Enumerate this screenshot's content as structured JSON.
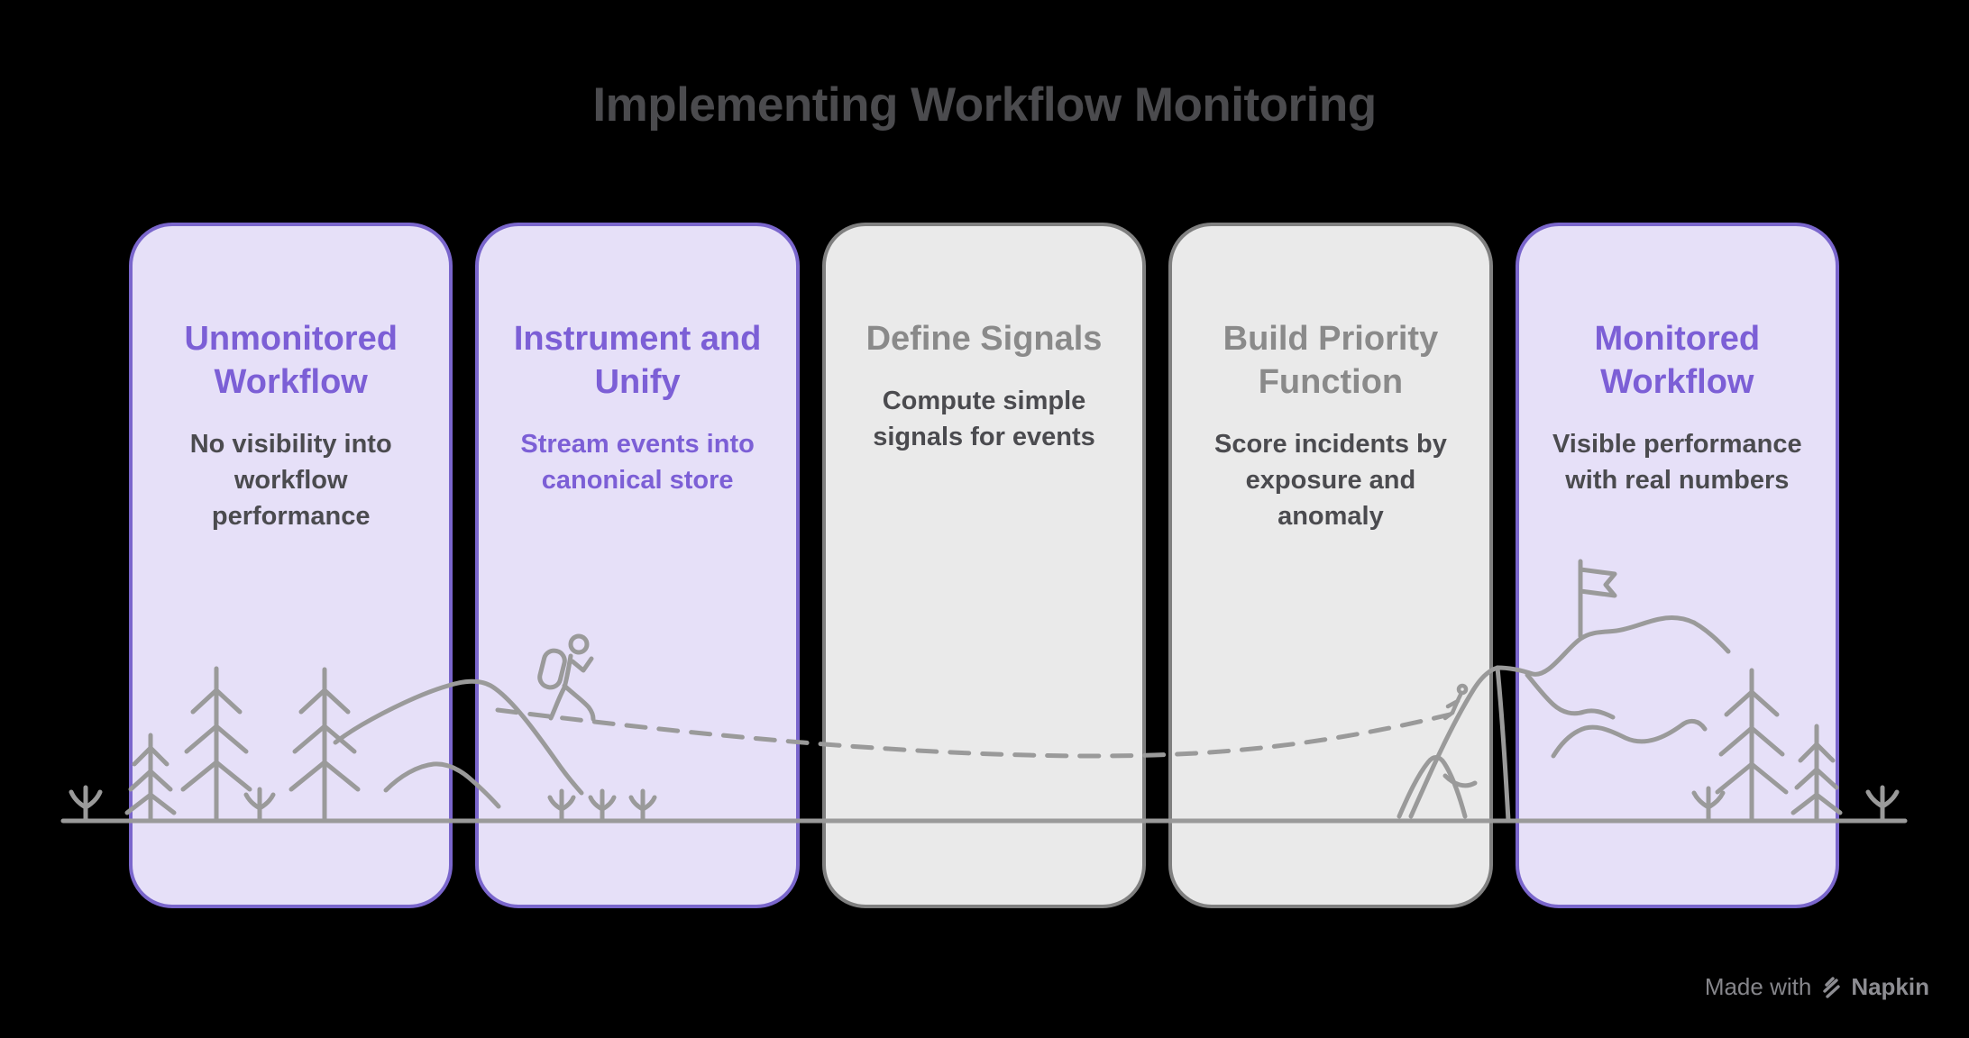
{
  "title": "Implementing Workflow Monitoring",
  "cards": [
    {
      "id": "unmonitored-workflow",
      "heading": "Unmonitored Workflow",
      "body": "No visibility into workflow performance",
      "theme": "purple",
      "body_style": "dark"
    },
    {
      "id": "instrument-and-unify",
      "heading": "Instrument and Unify",
      "body": "Stream events into canonical store",
      "theme": "purple",
      "body_style": "purple"
    },
    {
      "id": "define-signals",
      "heading": "Define Signals",
      "body": "Compute simple signals for events",
      "theme": "gray",
      "body_style": "dark"
    },
    {
      "id": "build-priority-function",
      "heading": "Build Priority Function",
      "body": "Score incidents by exposure and anomaly",
      "theme": "gray",
      "body_style": "dark"
    },
    {
      "id": "monitored-workflow",
      "heading": "Monitored Workflow",
      "body": "Visible performance with real numbers",
      "theme": "purple",
      "body_style": "dark"
    }
  ],
  "watermark": {
    "prefix": "Made with",
    "brand": "Napkin",
    "logo_icon": "napkin-logo-icon"
  },
  "colors": {
    "background": "#000000",
    "title_text": "#4b4b4e",
    "purple_accent": "#7c5fd6",
    "purple_border": "#7a66cc",
    "purple_fill": "#e6e0f8",
    "gray_border": "#808080",
    "gray_fill": "#eaeaea",
    "gray_heading": "#8a8a8a",
    "body_text": "#4b4b4f",
    "illustration_stroke": "#9a9a9a",
    "watermark_text": "#85858a"
  },
  "illustration": {
    "elements": [
      "ground-line",
      "sprout-icon",
      "pine-tree-icon",
      "mountain-ridge",
      "hiker-icon",
      "dashed-path",
      "climber-icon",
      "summit-flag-icon",
      "mountain-peak"
    ],
    "style": "hand-drawn gray line art over cards"
  }
}
